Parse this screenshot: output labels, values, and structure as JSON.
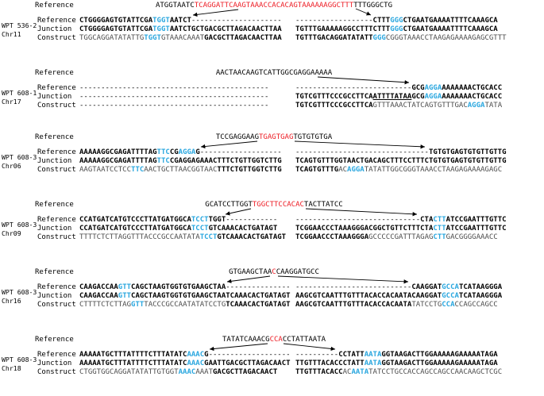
{
  "figure": {
    "description": "Transgene junction sequence alignments",
    "top_row_label": "Reference",
    "row_labels": [
      "Reference",
      "Junction",
      "Construct"
    ],
    "colors": {
      "blue_highlight": "#2aa7df",
      "red_highlight": "#ed1c24",
      "bold_text": "#000000",
      "plain_text": "#4d4d4d",
      "background": "#ffffff"
    },
    "blocks": [
      {
        "id": "WPT-536-2-Chr11",
        "label": [
          "WPT 536-2",
          "Chr11"
        ],
        "top": [
          {
            "t": "ATGGTAATC",
            "s": "n"
          },
          {
            "t": "TCAGGATTCAAGTAAACCACACAGTAAAAAAGGCTTT",
            "s": "r"
          },
          {
            "t": "TTTGGGCTG",
            "s": "n"
          }
        ],
        "arrows": [
          "to-left-flank",
          "to-right-flank"
        ],
        "rows": [
          {
            "label": "Reference",
            "left": [
              {
                "t": "CTGGGGAGTGTATTCGA",
                "s": "b"
              },
              {
                "t": "TGGT",
                "s": "u"
              },
              {
                "t": "AATCT",
                "s": "b"
              },
              {
                "t": "---------------------",
                "s": "n"
              }
            ],
            "right": [
              {
                "t": "------------------",
                "s": "n"
              },
              {
                "t": "CTTT",
                "s": "b"
              },
              {
                "t": "GGG",
                "s": "u"
              },
              {
                "t": "CTGAATGAAAATTTTCAAAGCA",
                "s": "b"
              }
            ]
          },
          {
            "label": "Junction",
            "left": [
              {
                "t": "CTGGGGAGTGTATTCGA",
                "s": "b"
              },
              {
                "t": "TGGT",
                "s": "u"
              },
              {
                "t": "AATCTGCT",
                "s": "b"
              },
              {
                "t": "GACGCTTAGACAACTTAA",
                "s": "b"
              }
            ],
            "right": [
              {
                "t": "TGTTTGAAAAAGGCCTTTCTTT",
                "s": "b"
              },
              {
                "t": "GGG",
                "s": "u"
              },
              {
                "t": "CTGAATGAAAATTTTCAAAGCA",
                "s": "b"
              }
            ]
          },
          {
            "label": "Construct",
            "left": [
              {
                "t": "TGGCAGGATATATTG",
                "s": "p"
              },
              {
                "t": "TGGT",
                "s": "u"
              },
              {
                "t": "GTAAACAAAT",
                "s": "p"
              },
              {
                "t": "GACGCTTAGACAACTTAA",
                "s": "b"
              }
            ],
            "right": [
              {
                "t": "TGTTTGACAGGATATATT",
                "s": "b"
              },
              {
                "t": "GGG",
                "s": "u"
              },
              {
                "t": "CGGGTAAACCTAAGAGAAAAGAGCGTTT",
                "s": "p"
              }
            ]
          }
        ]
      },
      {
        "id": "WPT-608-1-Chr17",
        "label": [
          "WPT 608-1",
          "Chr17"
        ],
        "top": [
          {
            "t": "AACTAACAAGTCATTGGCGAGGAAAAA",
            "s": "n"
          }
        ],
        "arrows": [
          "to-right-flank"
        ],
        "rows": [
          {
            "label": "Reference",
            "left": [
              {
                "t": "--------------------------------------------",
                "s": "n"
              }
            ],
            "right": [
              {
                "t": "---------------------------",
                "s": "n"
              },
              {
                "t": "GCG",
                "s": "b"
              },
              {
                "t": "AGGA",
                "s": "u"
              },
              {
                "t": "AAAAAAACTGCACC",
                "s": "b"
              }
            ]
          },
          {
            "label": "Junction",
            "left": [
              {
                "t": "--------------------------------------------",
                "s": "n"
              }
            ],
            "right": [
              {
                "t": "TGTCGTTTCCCGCCTTCA",
                "s": "b"
              },
              {
                "t": "ATTTTATAA",
                "s": "bu"
              },
              {
                "t": "GCG",
                "s": "b"
              },
              {
                "t": "AGGA",
                "s": "u"
              },
              {
                "t": "AAAAAAACTGCACC",
                "s": "b"
              }
            ]
          },
          {
            "label": "Construct",
            "left": [
              {
                "t": "--------------------------------------------",
                "s": "n"
              }
            ],
            "right": [
              {
                "t": "TGTCGTTTCCCGCCTTCA",
                "s": "b"
              },
              {
                "t": "GTTTAAACTATCAGTGTTTGAC",
                "s": "p"
              },
              {
                "t": "AGGA",
                "s": "u"
              },
              {
                "t": "TATA",
                "s": "p"
              }
            ]
          }
        ]
      },
      {
        "id": "WPT-608-3-Chr06",
        "label": [
          "WPT 608-3",
          "Chr06"
        ],
        "top": [
          {
            "t": "TCCGAGGAAG",
            "s": "n"
          },
          {
            "t": "TGAGTGAG",
            "s": "r"
          },
          {
            "t": "TGTGTGTGA",
            "s": "n"
          }
        ],
        "arrows": [
          "to-left-flank",
          "to-right-flank"
        ],
        "rows": [
          {
            "label": "Reference",
            "left": [
              {
                "t": "AAAAAGGCGAGATTTTAG",
                "s": "b"
              },
              {
                "t": "TTC",
                "s": "u"
              },
              {
                "t": "CG",
                "s": "b"
              },
              {
                "t": "AGGA",
                "s": "u"
              },
              {
                "t": "G",
                "s": "b"
              },
              {
                "t": "-------------------",
                "s": "n"
              }
            ],
            "right": [
              {
                "t": "-------------------------------",
                "s": "n"
              },
              {
                "t": "TGTGTGAGTGTGTTGTTG",
                "s": "b"
              }
            ]
          },
          {
            "label": "Junction",
            "left": [
              {
                "t": "AAAAAGGCGAGATTTTAG",
                "s": "b"
              },
              {
                "t": "TTC",
                "s": "u"
              },
              {
                "t": "CGAGGAGAAA",
                "s": "b"
              },
              {
                "t": "CTTTCTGTTGGTCTTG",
                "s": "b"
              }
            ],
            "right": [
              {
                "t": "TCAGTGTTTGGTAACTGACAGCTTTCCTTTC",
                "s": "b"
              },
              {
                "t": "TGTGTGAGTGTGTTGTTG",
                "s": "b"
              }
            ]
          },
          {
            "label": "Construct",
            "left": [
              {
                "t": "AAGTAATCCTCC",
                "s": "p"
              },
              {
                "t": "TTC",
                "s": "u"
              },
              {
                "t": "AACTGCTTAACGGTAAC",
                "s": "p"
              },
              {
                "t": "TTTCTGTTGGTCTTG",
                "s": "b"
              }
            ],
            "right": [
              {
                "t": "TCAGTGTTTG",
                "s": "b"
              },
              {
                "t": "AC",
                "s": "p"
              },
              {
                "t": "AGGA",
                "s": "u"
              },
              {
                "t": "TATATTGGCGGGTAAACCTAAGAGAAAAGAGC",
                "s": "p"
              }
            ]
          }
        ]
      },
      {
        "id": "WPT-608-3-Chr09",
        "label": [
          "WPT 608-3",
          "Chr09"
        ],
        "top": [
          {
            "t": "GCATCCTTGGT",
            "s": "n"
          },
          {
            "t": "TGGCTTCCACAC",
            "s": "r"
          },
          {
            "t": "TACTTATCC",
            "s": "n"
          }
        ],
        "arrows": [
          "to-left-flank",
          "to-right-flank"
        ],
        "rows": [
          {
            "label": "Reference",
            "left": [
              {
                "t": "CCATGATCATGTCCCTTATGATGGCA",
                "s": "b"
              },
              {
                "t": "TCCT",
                "s": "u"
              },
              {
                "t": "TGGT",
                "s": "b"
              },
              {
                "t": "------------",
                "s": "n"
              }
            ],
            "right": [
              {
                "t": "-----------------------------",
                "s": "n"
              },
              {
                "t": "CTA",
                "s": "b"
              },
              {
                "t": "CTT",
                "s": "u"
              },
              {
                "t": "ATCCGAATTTGTTC",
                "s": "b"
              }
            ]
          },
          {
            "label": "Junction",
            "left": [
              {
                "t": "CCATGATCATGTCCCTTATGATGGCA",
                "s": "b"
              },
              {
                "t": "TCCT",
                "s": "u"
              },
              {
                "t": "GTCAAACACTGATAGT",
                "s": "b"
              }
            ],
            "right": [
              {
                "t": "TCGGAACCCTAAAGGGACGGCTGTTCTTTCTA",
                "s": "b"
              },
              {
                "t": "CTT",
                "s": "u"
              },
              {
                "t": "ATCCGAATTTGTTC",
                "s": "b"
              }
            ]
          },
          {
            "label": "Construct",
            "left": [
              {
                "t": "TTTTCTCTTAGGTTTACCCGCCAATATA",
                "s": "p"
              },
              {
                "t": "TCCT",
                "s": "u"
              },
              {
                "t": "GTCAAACACTGATAGT",
                "s": "b"
              }
            ],
            "right": [
              {
                "t": "TCGGAACCCTAAAGGGA",
                "s": "b"
              },
              {
                "t": "GCCCCCGATTTAGAG",
                "s": "p"
              },
              {
                "t": "CTT",
                "s": "u"
              },
              {
                "t": "GACGGGGAAACC",
                "s": "p"
              }
            ]
          }
        ]
      },
      {
        "id": "WPT-608-3-Chr16",
        "label": [
          "WPT 608-3",
          "Chr16"
        ],
        "top": [
          {
            "t": "GTGAAGCTAA",
            "s": "n"
          },
          {
            "t": "C",
            "s": "r"
          },
          {
            "t": "CAAGGATGCC",
            "s": "n"
          }
        ],
        "arrows": [
          "to-left-flank",
          "to-right-flank"
        ],
        "rows": [
          {
            "label": "Reference",
            "left": [
              {
                "t": "CAAGACCAA",
                "s": "b"
              },
              {
                "t": "GTT",
                "s": "u"
              },
              {
                "t": "CAGCTAAGTGGTGTGAAGCTAA",
                "s": "b"
              },
              {
                "t": "---------------",
                "s": "n"
              }
            ],
            "right": [
              {
                "t": "---------------------------",
                "s": "n"
              },
              {
                "t": "CAAGGAT",
                "s": "b"
              },
              {
                "t": "GCCA",
                "s": "u"
              },
              {
                "t": "TCATAAGGGA",
                "s": "b"
              }
            ]
          },
          {
            "label": "Junction",
            "left": [
              {
                "t": "CAAGACCAA",
                "s": "b"
              },
              {
                "t": "GTT",
                "s": "u"
              },
              {
                "t": "CAGCTAAGTGGTGTGAAGCTAATCAAACACTGATAGT",
                "s": "b"
              }
            ],
            "right": [
              {
                "t": "AAGCGTCAATTTGTTTACACCACAATACAAGGAT",
                "s": "b"
              },
              {
                "t": "GCCA",
                "s": "u"
              },
              {
                "t": "TCATAAGGGA",
                "s": "b"
              }
            ]
          },
          {
            "label": "Construct",
            "left": [
              {
                "t": "CTTTTCTCTTAG",
                "s": "p"
              },
              {
                "t": "GTT",
                "s": "u"
              },
              {
                "t": "TACCCGCCAATATATCCTG",
                "s": "p"
              },
              {
                "t": "TCAAACACTGATAGT",
                "s": "b"
              }
            ],
            "right": [
              {
                "t": "AAGCGTCAATTTGTTTACACCACAATA",
                "s": "b"
              },
              {
                "t": "TATCCTG",
                "s": "p"
              },
              {
                "t": "CCA",
                "s": "u"
              },
              {
                "t": "CCAGCCAGCC",
                "s": "p"
              }
            ]
          }
        ]
      },
      {
        "id": "WPT-608-3-Chr18",
        "label": [
          "WPT 608-3",
          "Chr18"
        ],
        "top": [
          {
            "t": "TATATCAAACG",
            "s": "n"
          },
          {
            "t": "CCA",
            "s": "r"
          },
          {
            "t": "CCTATTAATA",
            "s": "n"
          }
        ],
        "arrows": [
          "to-left-flank",
          "to-right-flank"
        ],
        "rows": [
          {
            "label": "Reference",
            "left": [
              {
                "t": "AAAAATGCTTTATTTTCTTTATATC",
                "s": "b"
              },
              {
                "t": "AAAC",
                "s": "u"
              },
              {
                "t": "G",
                "s": "b"
              },
              {
                "t": "-------------------",
                "s": "n"
              }
            ],
            "right": [
              {
                "t": "----------",
                "s": "n"
              },
              {
                "t": "CCTATT",
                "s": "b"
              },
              {
                "t": "AATA",
                "s": "u"
              },
              {
                "t": "GGTAAGACTTGGAAAAAGAAAAATAGA",
                "s": "b"
              }
            ]
          },
          {
            "label": "Junction",
            "left": [
              {
                "t": "AAAAATGCTTTATTTTCTTTATATC",
                "s": "b"
              },
              {
                "t": "AAAC",
                "s": "u"
              },
              {
                "t": "GAATTGACGCTTAGACAACT",
                "s": "b"
              }
            ],
            "right": [
              {
                "t": "TTGTTTACACCCTATT",
                "s": "b"
              },
              {
                "t": "AATA",
                "s": "u"
              },
              {
                "t": "GGTAAGACTTGGAAAAAGAAAAATAGA",
                "s": "b"
              }
            ]
          },
          {
            "label": "Construct",
            "left": [
              {
                "t": "CTGGTGGCAGGATATATTGTGGT",
                "s": "p"
              },
              {
                "t": "AAAC",
                "s": "u"
              },
              {
                "t": "AAAT",
                "s": "p"
              },
              {
                "t": "GACGCTTAGACAACT",
                "s": "b"
              }
            ],
            "right": [
              {
                "t": "TTGTTTACACC",
                "s": "b"
              },
              {
                "t": "AC",
                "s": "p"
              },
              {
                "t": "AATA",
                "s": "u"
              },
              {
                "t": "TATCCTGCCACCAGCCAGCCAACAAGCTCGC",
                "s": "p"
              }
            ]
          }
        ]
      }
    ]
  }
}
